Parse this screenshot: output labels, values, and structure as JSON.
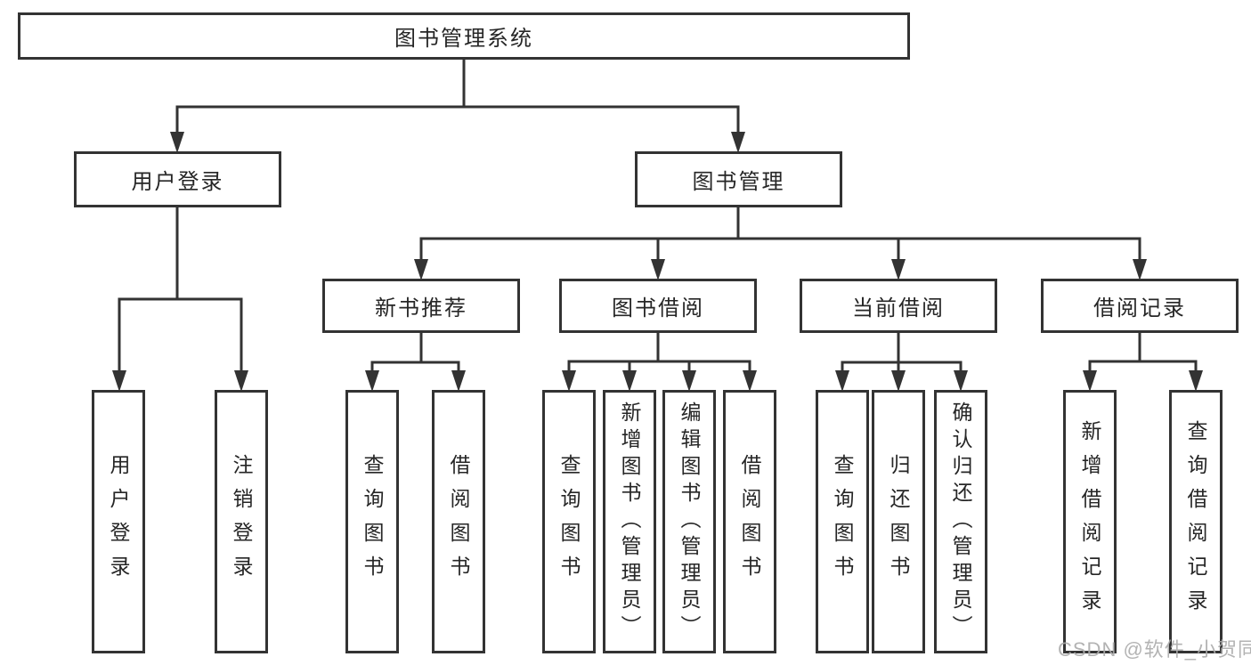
{
  "diagram": {
    "type": "hierarchy-tree",
    "colors": {
      "line": "#333333",
      "box_border": "#333333",
      "text": "#262626",
      "background": "#ffffff",
      "watermark": "#ababab"
    }
  },
  "tree": {
    "label": "图书管理系统",
    "children": [
      {
        "label": "用户登录",
        "children": [
          {
            "label": "用户登录"
          },
          {
            "label": "注销登录"
          }
        ]
      },
      {
        "label": "图书管理",
        "children": [
          {
            "label": "新书推荐",
            "children": [
              {
                "label": "查询图书"
              },
              {
                "label": "借阅图书"
              }
            ]
          },
          {
            "label": "图书借阅",
            "children": [
              {
                "label": "查询图书"
              },
              {
                "label": "新增图书（管理员）"
              },
              {
                "label": "编辑图书（管理员）"
              },
              {
                "label": "借阅图书"
              }
            ]
          },
          {
            "label": "当前借阅",
            "children": [
              {
                "label": "查询图书"
              },
              {
                "label": "归还图书"
              },
              {
                "label": "确认归还（管理员）"
              }
            ]
          },
          {
            "label": "借阅记录",
            "children": [
              {
                "label": "新增借阅记录"
              },
              {
                "label": "查询借阅记录"
              }
            ]
          }
        ]
      }
    ]
  },
  "watermark": {
    "text": "CSDN @软件_小贺同学"
  }
}
